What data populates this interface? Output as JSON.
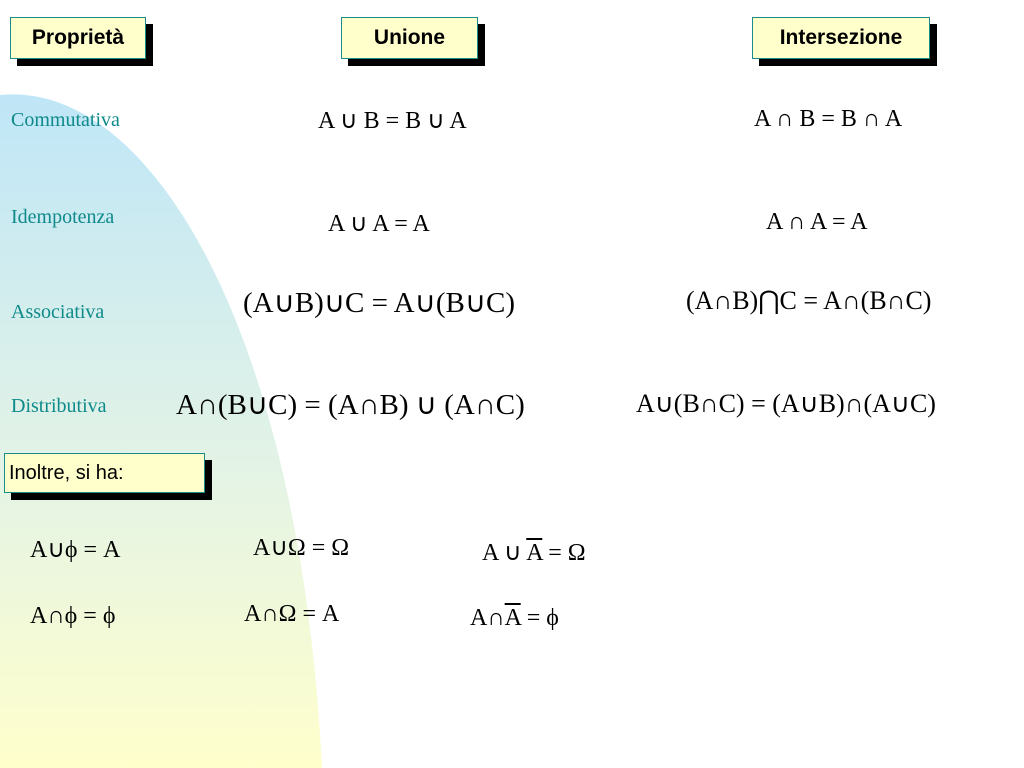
{
  "headers": {
    "proprieta": "Proprietà",
    "unione": "Unione",
    "intersezione": "Intersezione"
  },
  "rows": [
    {
      "label": "Commutativa",
      "union": "A ∪ B = B ∪ A",
      "intersection": "A ∩ B = B ∩ A"
    },
    {
      "label": "Idempotenza",
      "union": "A ∪ A = A",
      "intersection": "A ∩ A = A"
    },
    {
      "label": "Associativa",
      "union": "(A∪B)∪C = A∪(B∪C)",
      "intersection": "(A∩B)⋂C = A∩(B∩C)"
    },
    {
      "label": "Distributiva",
      "union": "A∩(B∪C) = (A∩B) ∪ (A∩C)",
      "intersection": "A∪(B∩C) = (A∪B)∩(A∪C)"
    }
  ],
  "extra_label": "Inoltre, si ha:",
  "extras": {
    "union_empty": "A∪ϕ = A",
    "inter_empty": "A∩ϕ = ϕ",
    "union_omega": "A∪Ω = Ω",
    "inter_omega": "A∩Ω = A",
    "union_complement": {
      "left": "A ∪ ",
      "bar": "A",
      "right": " = Ω"
    },
    "inter_complement": {
      "left": "A∩",
      "bar": "A",
      "right": " = ϕ"
    }
  },
  "colors": {
    "label_teal": "#0e8a8a",
    "box_fill": "#ffffcc",
    "box_border": "#1a8c8c",
    "gradient_top": "#bfe6f7",
    "gradient_bottom": "#ffffcc"
  }
}
